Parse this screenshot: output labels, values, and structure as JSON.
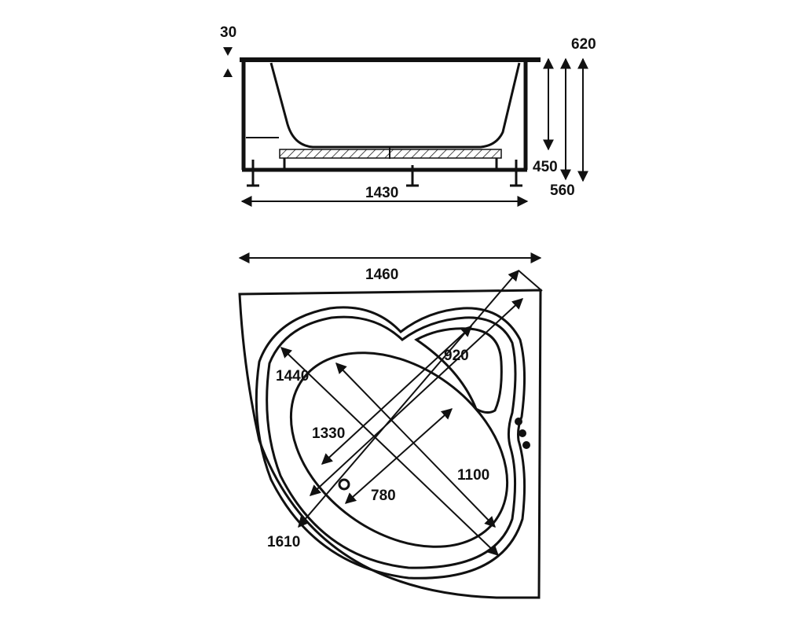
{
  "side_view": {
    "dims": {
      "rim_thickness": "30",
      "total_height": "620",
      "inner_depth": "450",
      "height_to_rim": "560",
      "length": "1430"
    }
  },
  "top_view": {
    "dims": {
      "width": "1460",
      "headrest": "920",
      "outer_diagonal": "1440",
      "inner_diagonal": "1330",
      "basin_length": "1100",
      "basin_width": "780",
      "overall_diagonal": "1610"
    }
  },
  "colors": {
    "line": "#111111",
    "background": "#ffffff"
  }
}
